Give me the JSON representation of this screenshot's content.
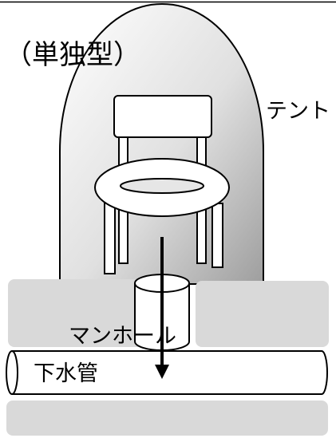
{
  "labels": {
    "type": "（単独型）",
    "tent": "テント",
    "manhole": "マンホール",
    "sewer_pipe": "下水管"
  },
  "colors": {
    "ground": "#d9d9d9",
    "outline": "#000000",
    "tent_light": "#ffffff",
    "tent_dark": "#9e9e9e"
  }
}
